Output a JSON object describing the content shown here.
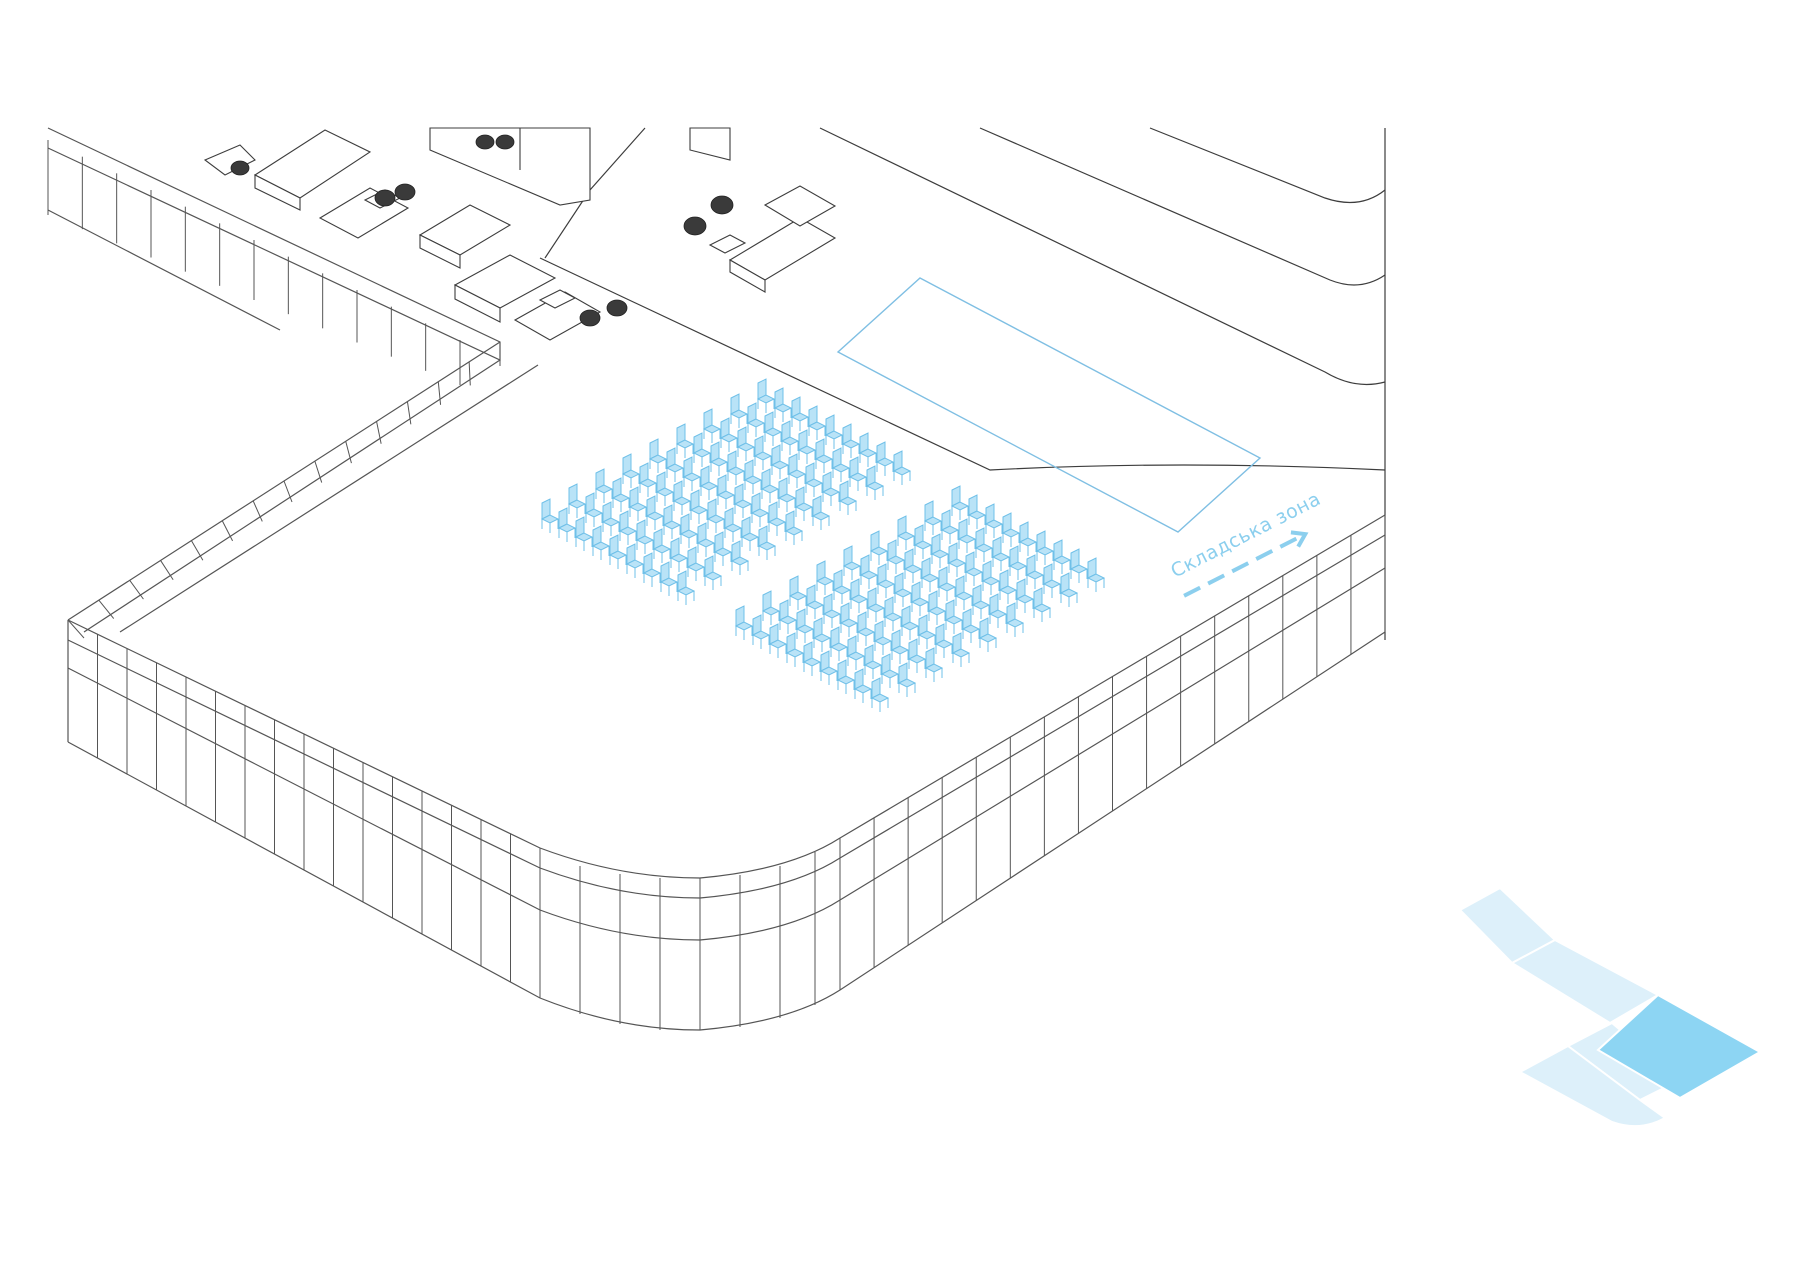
{
  "diagram": {
    "storage_zone_label": "Складська зона"
  },
  "seating": {
    "left_block": {
      "rows": 9,
      "seats_per_row": 9
    },
    "right_block": {
      "rows": 9,
      "seats_per_row": 9
    }
  },
  "colors": {
    "line": "#3d3d3d",
    "glass_line": "#555555",
    "accent": "#8ccfee",
    "accent_dark": "#5fb6e4",
    "chair_fill": "#b9e3f7",
    "chair_stroke": "#6fc0e8",
    "zone_outline": "#7fbfe3",
    "minimap_light": "#ddf0fa",
    "minimap_highlight": "#8dd5f3"
  }
}
